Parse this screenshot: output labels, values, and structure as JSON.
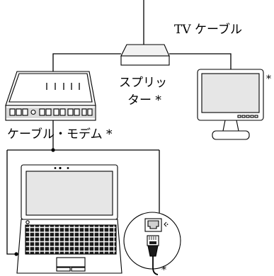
{
  "labels": {
    "tv_cable": "TV ケーブル",
    "splitter_line1": "スプリッ",
    "splitter_line2": "ター *",
    "cable_modem": "ケーブル・モデム *",
    "monitor_asterisk": "*",
    "cable_asterisk": "*"
  },
  "icons": {
    "splitter": "splitter-icon",
    "modem": "cable-modem-icon",
    "monitor": "monitor-icon",
    "laptop": "laptop-icon",
    "port": "ethernet-port-icon",
    "plug": "ethernet-plug-icon"
  },
  "colors": {
    "line": "#000000",
    "device_fill": "#ffffff",
    "screen_fill": "#e6e6e6",
    "keyboard_keys": "#1a1a1a"
  }
}
